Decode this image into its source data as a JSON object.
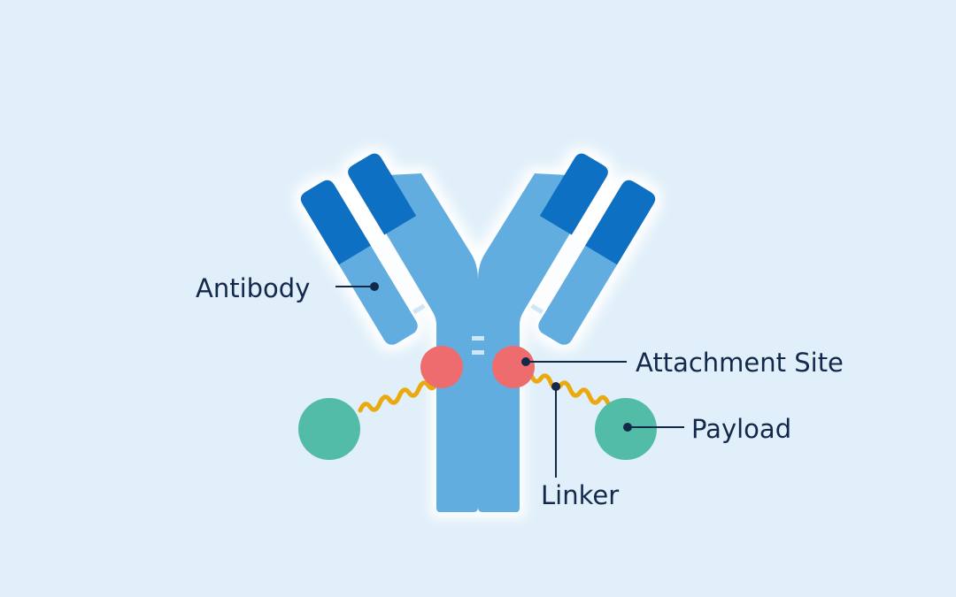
{
  "labels": {
    "antibody": "Antibody",
    "attachment_site": "Attachment Site",
    "payload": "Payload",
    "linker": "Linker"
  },
  "colors": {
    "background": "#e0eff9",
    "glow": "#ffffff",
    "antibody_light": "#62ade0",
    "antibody_dark": "#0a6fc2",
    "attachment_site": "#ee6b6e",
    "payload": "#52bca7",
    "linker": "#eaa90d",
    "callout_line": "#13294b",
    "callout_text": "#13294b"
  }
}
